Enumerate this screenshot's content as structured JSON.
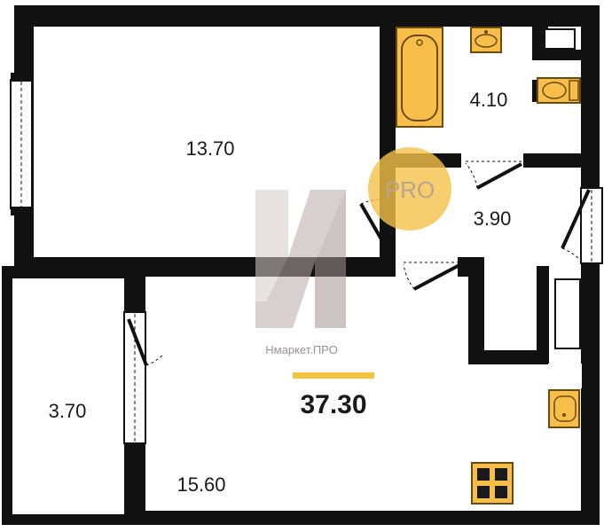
{
  "plan": {
    "rooms": [
      {
        "id": "living",
        "area": "13.70"
      },
      {
        "id": "bathroom",
        "area": "4.10"
      },
      {
        "id": "hall",
        "area": "3.90"
      },
      {
        "id": "balcony",
        "area": "3.70"
      },
      {
        "id": "kitchen",
        "area": "15.60"
      }
    ],
    "total_area": "37.30",
    "watermark": {
      "site": "Нмаркет.ПРО",
      "badge": "PRO"
    },
    "colors": {
      "wall": "#111111",
      "fixture_fill": "#f7be4a",
      "fixture_stroke": "#6b4a10",
      "accent_bar": "#f5c242",
      "pro_badge": "#f5c24a"
    }
  }
}
